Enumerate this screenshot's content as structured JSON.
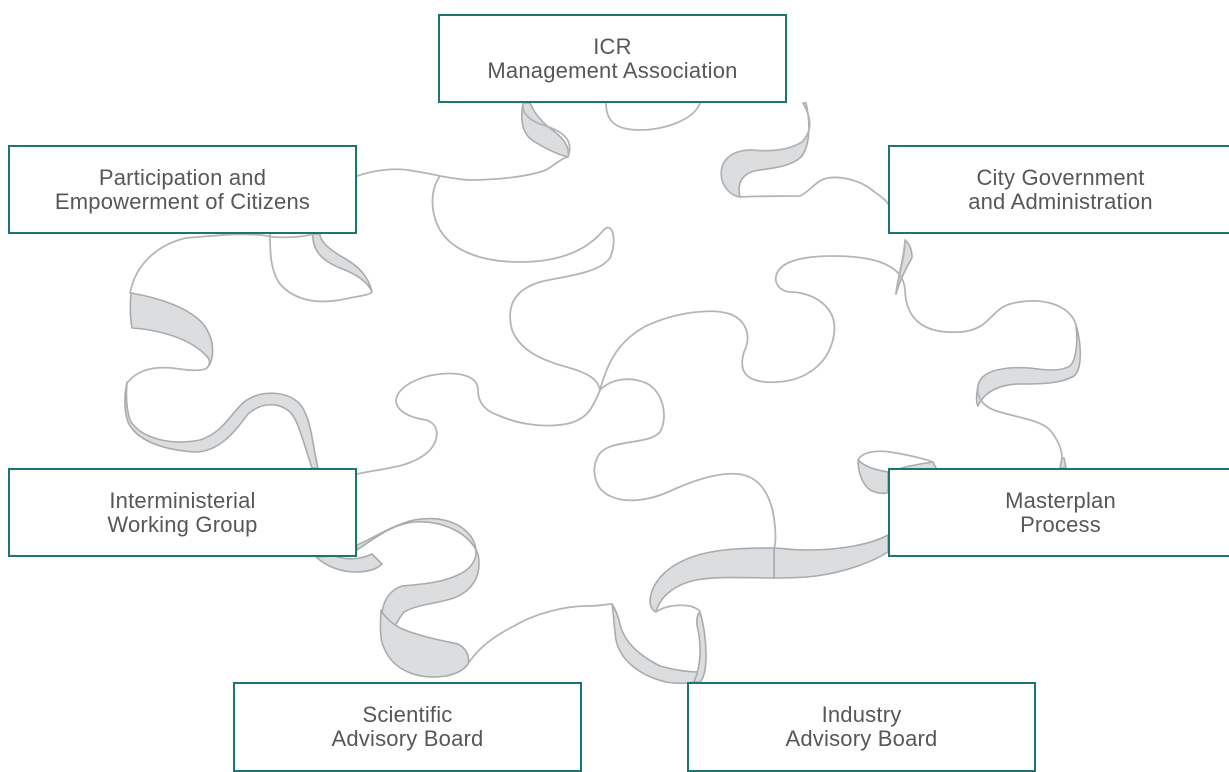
{
  "boxes": {
    "icr": {
      "line1": "ICR",
      "line2": "Management Association"
    },
    "participation": {
      "line1": "Participation and",
      "line2": "Empowerment of Citizens"
    },
    "city": {
      "line1": "City Government",
      "line2": "and Administration"
    },
    "interministerial": {
      "line1": "Interministerial",
      "line2": "Working Group"
    },
    "masterplan": {
      "line1": "Masterplan",
      "line2": "Process"
    },
    "scientific": {
      "line1": "Scientific",
      "line2": "Advisory Board"
    },
    "industry": {
      "line1": "Industry",
      "line2": "Advisory Board"
    }
  },
  "colors": {
    "box_border": "#1d7471",
    "box_text": "#555759",
    "puzzle_edge": "#dcdddf",
    "puzzle_line": "#b3b5b7"
  }
}
